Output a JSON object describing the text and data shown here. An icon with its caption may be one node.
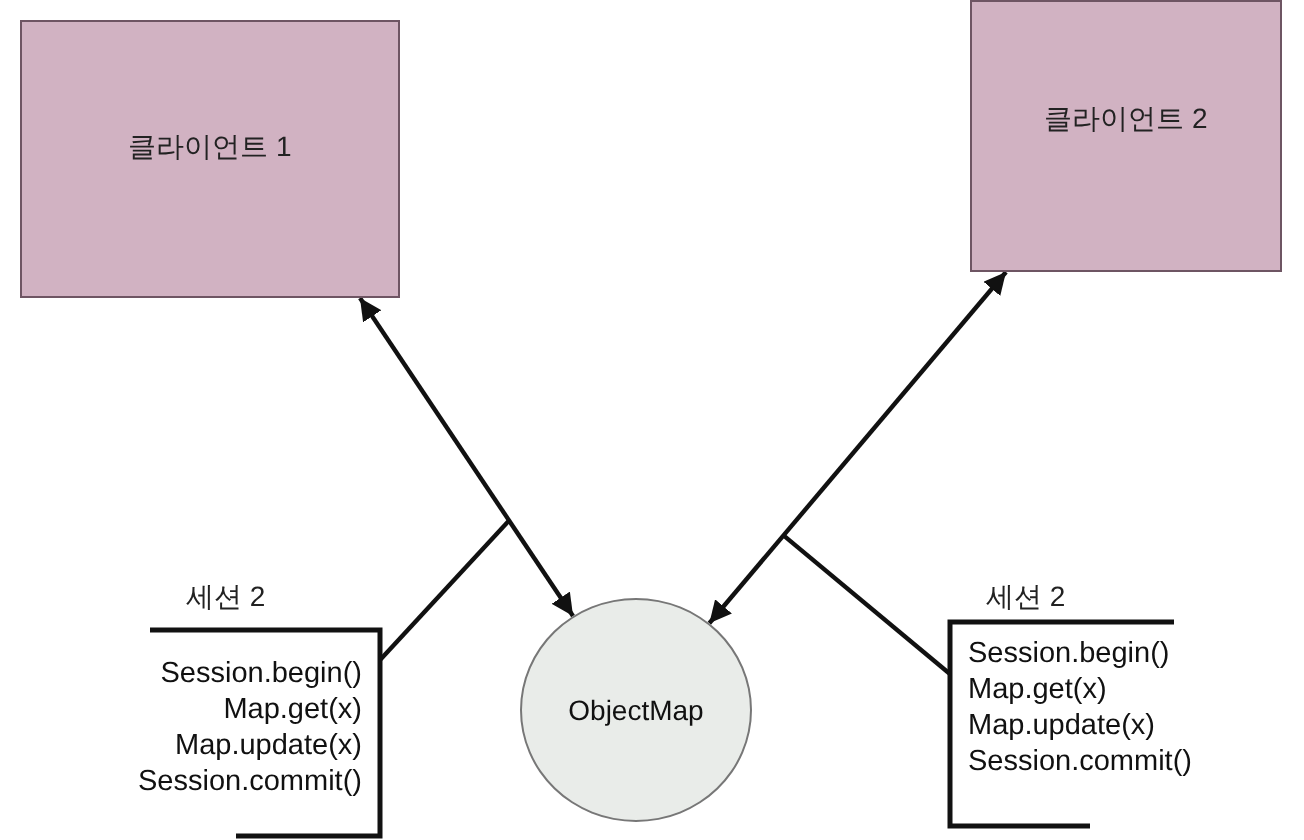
{
  "diagram": {
    "nodes": [
      {
        "text": [
          "클라이언트 1"
        ]
      },
      {
        "text": [
          "클라이언트 2"
        ]
      },
      {
        "text": [
          "ObjectMap"
        ]
      },
      {
        "text": [
          "세션 2",
          "Session.begin()",
          "Map.get(x)",
          "Map.update(x)",
          "Session.commit()"
        ]
      },
      {
        "text": [
          "세션 2",
          "Session.begin()",
          "Map.get(x)",
          "Map.update(x)",
          "Session.commit()"
        ]
      }
    ],
    "edges": [
      {
        "from": 0,
        "to": 2,
        "arrow": "both"
      },
      {
        "from": 1,
        "to": 2,
        "arrow": "both"
      },
      {
        "from": 3,
        "to": null,
        "arrow": "none"
      },
      {
        "from": 4,
        "to": null,
        "arrow": "none"
      }
    ]
  }
}
